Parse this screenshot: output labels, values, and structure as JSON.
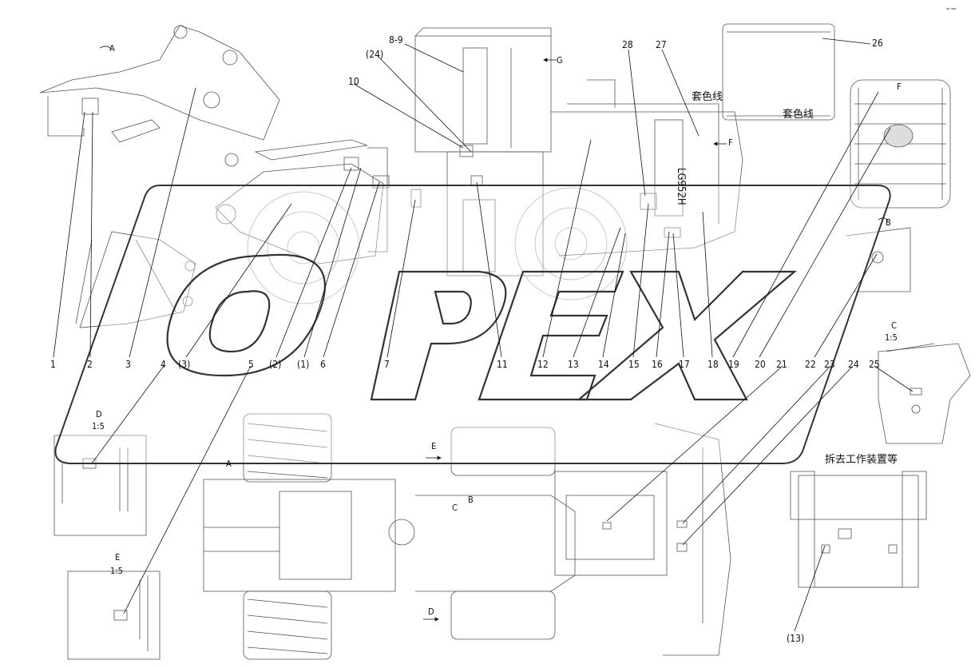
{
  "corner_mark": "ᵃᵇ ᵃᵃᵃ",
  "watermark": "OPEX",
  "callouts": [
    "1",
    "2",
    "3",
    "4",
    "(3)",
    "5",
    "(2)",
    "(1)",
    "6",
    "7",
    "11",
    "12",
    "13",
    "14",
    "15",
    "16",
    "17",
    "18",
    "19",
    "20",
    "21",
    "22",
    "23",
    "24",
    "25"
  ],
  "top_callouts": {
    "c8_9": "8-9",
    "c24": "(24)",
    "c10": "10",
    "c28": "28",
    "c27": "27",
    "c26": "26",
    "c13_bottom": "(13)"
  },
  "views": {
    "A_top": "A",
    "A_plan": "A",
    "B_right": "B",
    "B_plan": "B",
    "C_plan": "C",
    "D_plan": "D",
    "E_plan": "E",
    "F_top": "F",
    "F_right": "F",
    "G_top": "G"
  },
  "details": {
    "C": {
      "name": "C",
      "scale": "1:5"
    },
    "D": {
      "name": "D",
      "scale": "1:5"
    },
    "E": {
      "name": "E",
      "scale": "1:5"
    }
  },
  "notes": {
    "color_line_1": "套色线",
    "color_line_2": "套色线",
    "remove_attachment": "拆去工作装置等"
  },
  "model_text": "LG952H"
}
